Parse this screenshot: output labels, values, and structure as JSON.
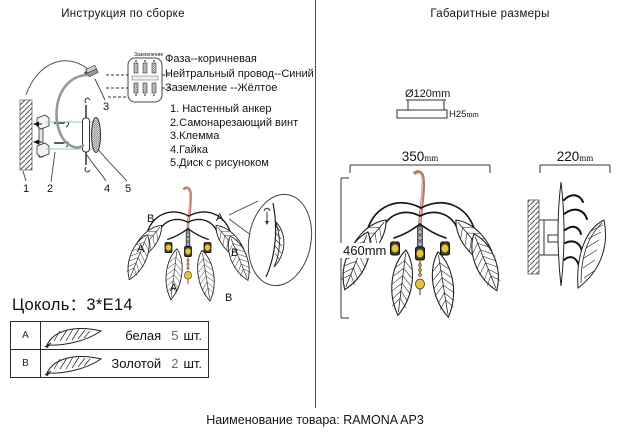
{
  "colors": {
    "accent_cyan": "#85ccd3",
    "stem_pink": "#b5766b",
    "bulb_gold": "#e8c437",
    "divider": "#4a4a4a",
    "qty_gray": "#6b6b6b"
  },
  "left": {
    "title": "Инструкция по сборке",
    "ground_label": "Заземление",
    "wiring": [
      "Фаза--коричневая",
      "Нейтральный провод--Синий",
      "Заземление --Жёлтое"
    ],
    "parts": [
      "1. Настенный анкер",
      "2.Самонарезающий винт",
      "3.Клемма",
      "4.Гайка",
      "5.Диск с рисуноком"
    ],
    "numbers": [
      "1",
      "2",
      "3",
      "4",
      "5"
    ],
    "label_a": "A",
    "label_b": "B",
    "socket": "Цоколь：3*E14",
    "table": {
      "rows": [
        {
          "key": "A",
          "color": "белая",
          "qty": "5",
          "unit": "шт."
        },
        {
          "key": "B",
          "color": "Золотой",
          "qty": "2",
          "unit": "шт."
        }
      ]
    }
  },
  "right": {
    "title": "Габаритные размеры",
    "dims": {
      "diameter": "Ø120mm",
      "h_value": "H25",
      "h_unit": "mm",
      "w_value": "350",
      "w_unit": "mm",
      "front_height": "460mm",
      "d_value": "220",
      "d_unit": "mm"
    }
  },
  "footer": {
    "label": "Наименование товара:",
    "product": "RAMONA AP3"
  }
}
